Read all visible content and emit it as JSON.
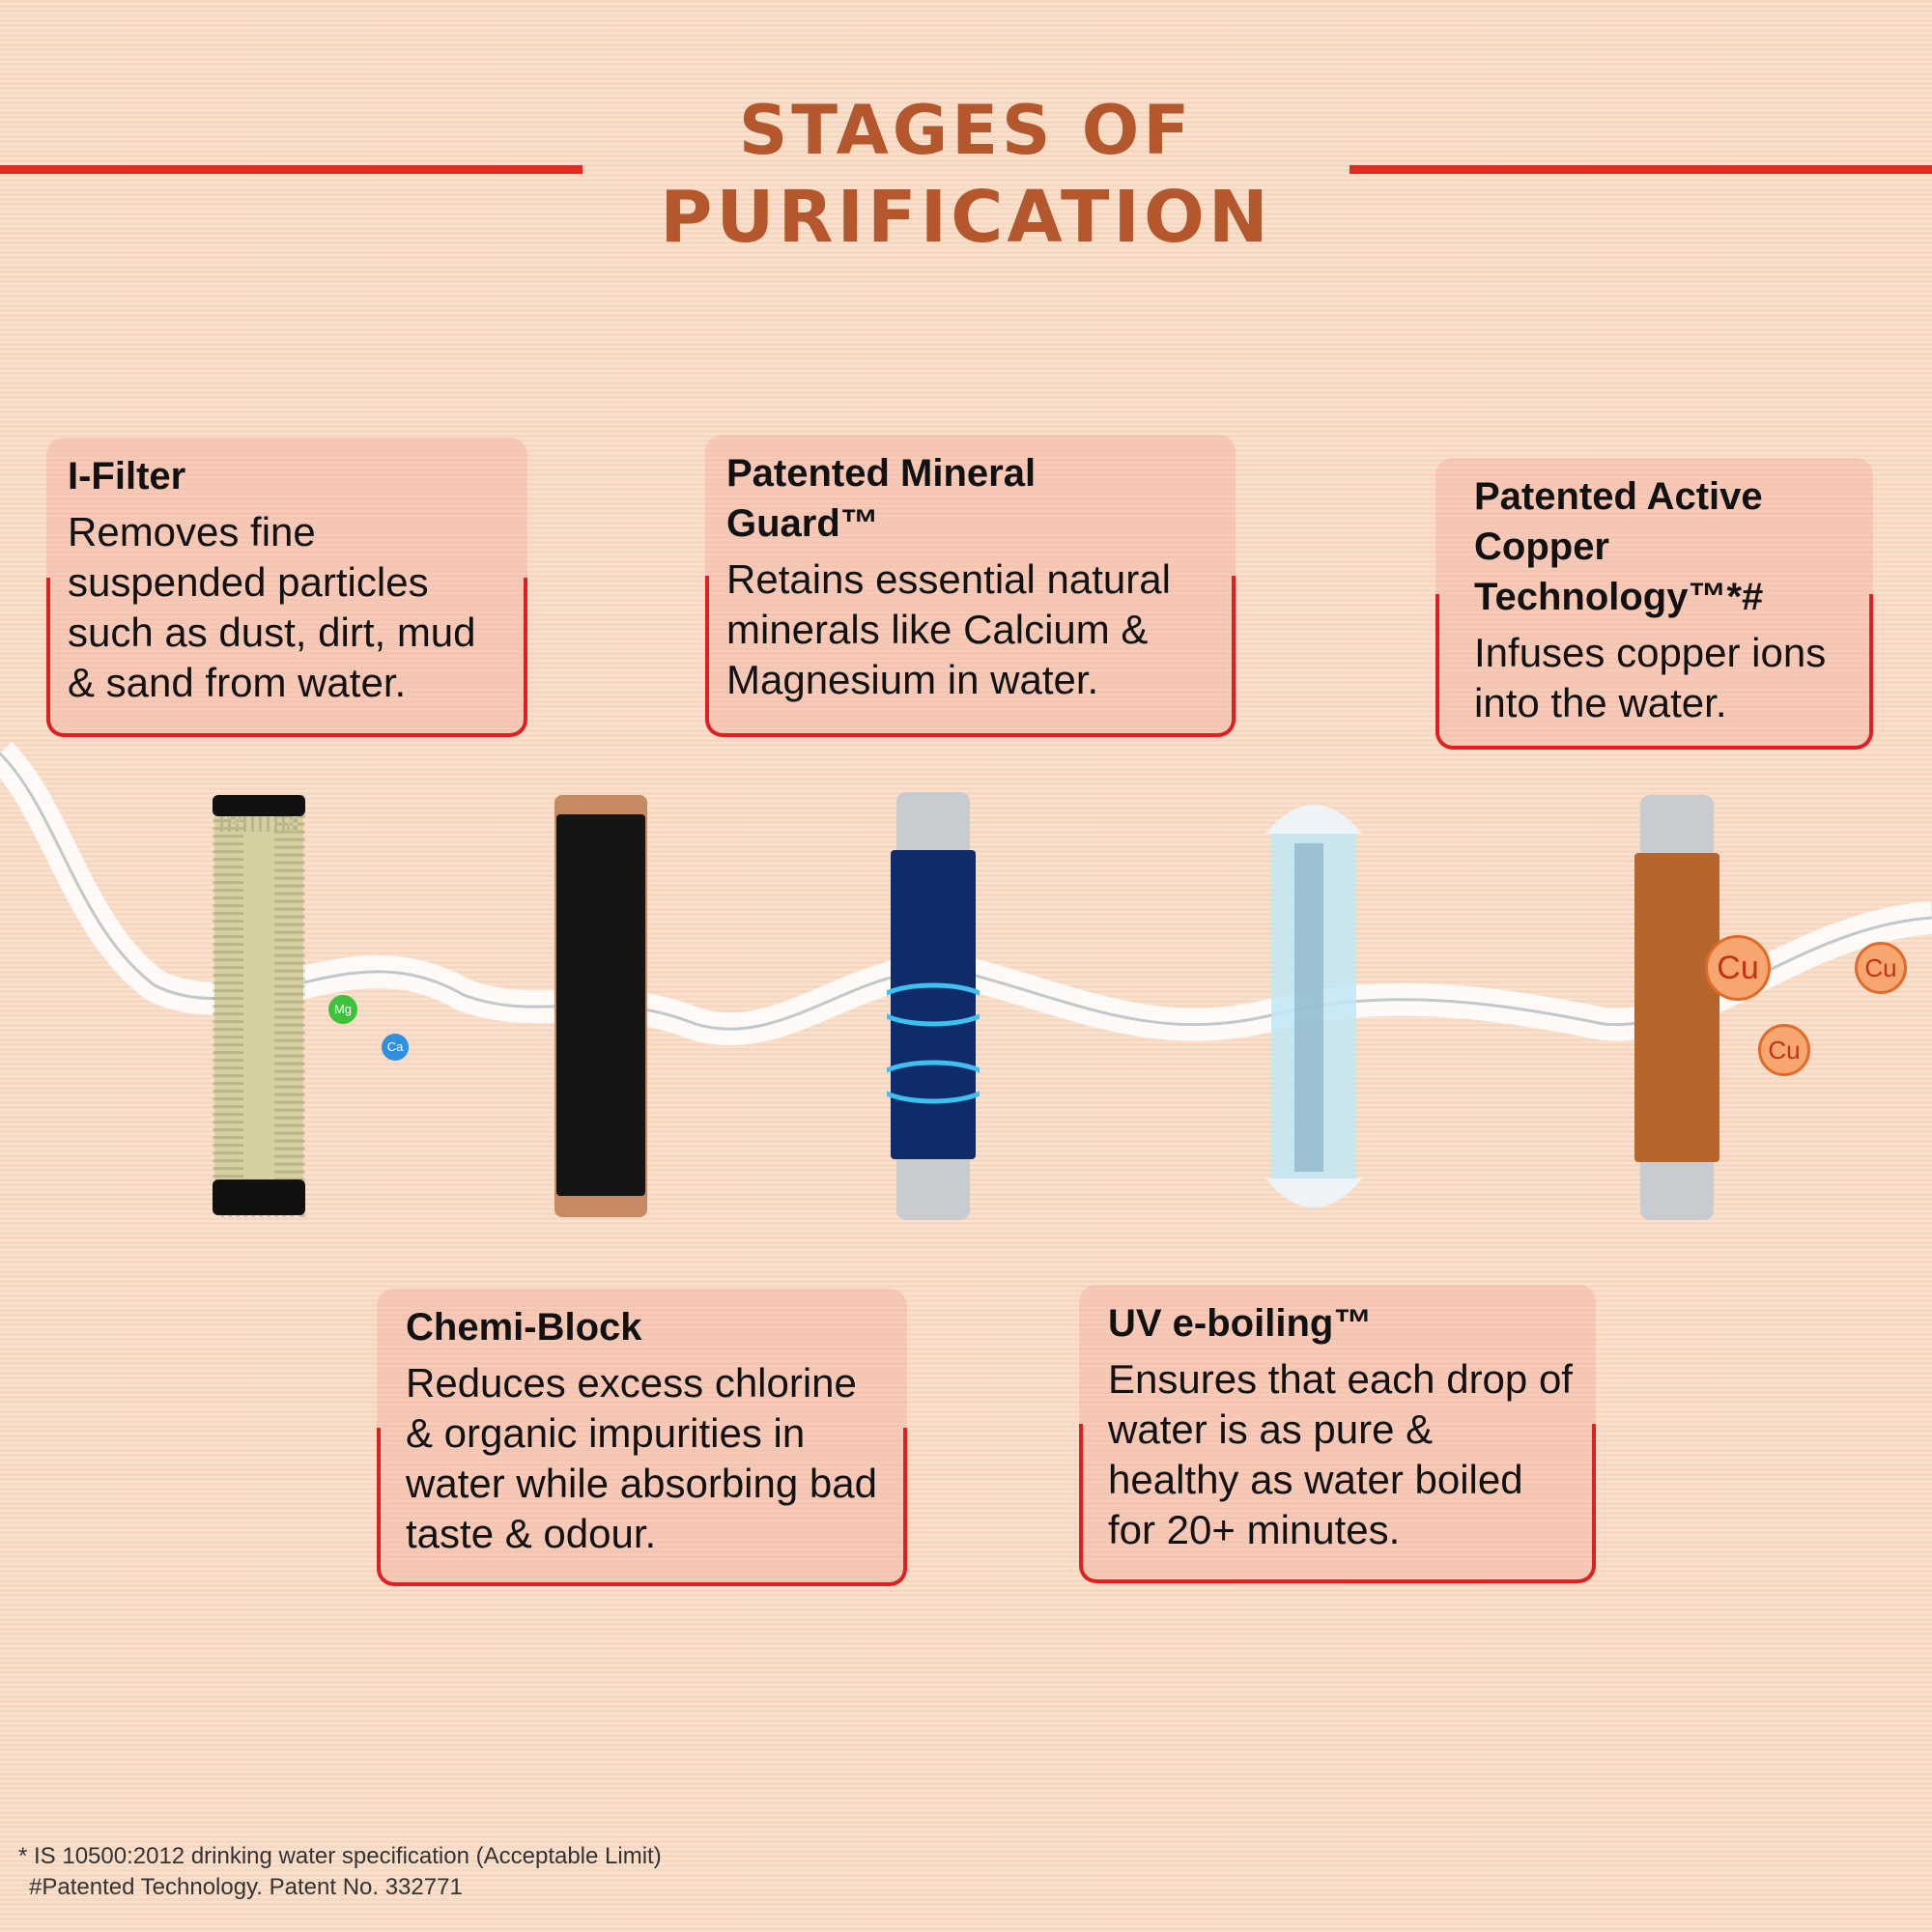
{
  "title": {
    "line1": "STAGES OF",
    "line2": "PURIFICATION"
  },
  "stages": [
    {
      "title": "I-Filter",
      "desc": "Removes fine suspended particles such as dust, dirt, mud & sand from water."
    },
    {
      "title": "Patented Mineral Guard™",
      "desc": "Retains essential natural minerals like Calcium & Magnesium in water."
    },
    {
      "title": "Patented Active Copper Technology™*#",
      "desc": "Infuses copper ions into the water."
    },
    {
      "title": "Chemi-Block",
      "desc": "Reduces excess chlorine & organic impurities in water while absorbing bad taste & odour."
    },
    {
      "title": "UV e-boiling™",
      "desc": "Ensures that each drop of water is as pure & healthy as water boiled for 20+ minutes."
    }
  ],
  "ions": {
    "cu": "Cu",
    "ca": "Ca",
    "mg": "Mg"
  },
  "footnotes": [
    "* IS 10500:2012 drinking water specification (Acceptable Limit)",
    "#Patented Technology. Patent No. 332771"
  ],
  "colors": {
    "accent": "#e32a22",
    "title": "#b4572c"
  }
}
